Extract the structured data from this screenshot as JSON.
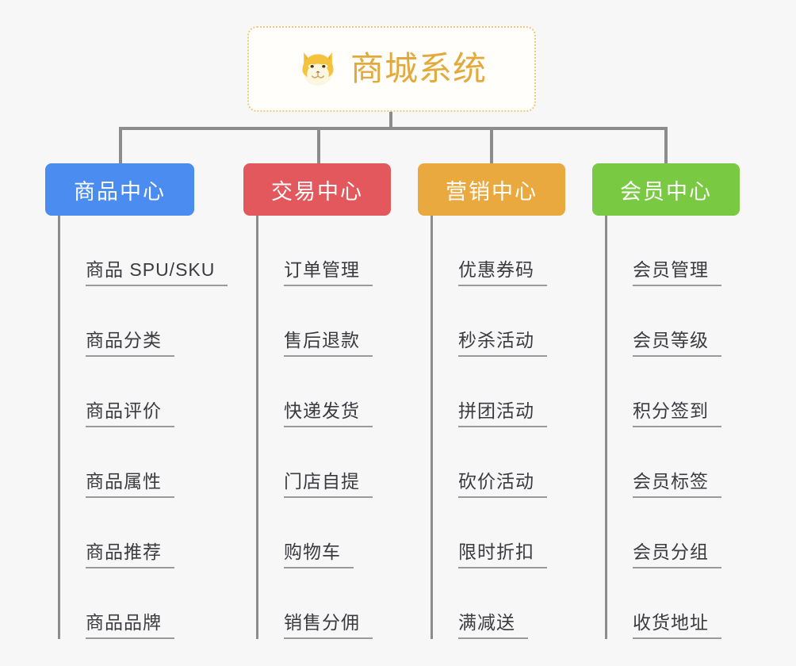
{
  "diagram": {
    "type": "org-chart",
    "background_color": "#f7f7f8",
    "connector_color": "#8c8c8c",
    "root": {
      "title": "商城系统",
      "icon": "shiba-dog-face-emoji",
      "title_color": "#e3a93c",
      "border_color": "#f0c97a",
      "border_style": "dotted",
      "fill_color": "#fffefb"
    },
    "columns": [
      {
        "id": "product-center",
        "label": "商品中心",
        "color": "#4a8cf0",
        "items": [
          "商品 SPU/SKU",
          "商品分类",
          "商品评价",
          "商品属性",
          "商品推荐",
          "商品品牌"
        ]
      },
      {
        "id": "trade-center",
        "label": "交易中心",
        "color": "#e2585c",
        "items": [
          "订单管理",
          "售后退款",
          "快递发货",
          "门店自提",
          "购物车",
          "销售分佣"
        ]
      },
      {
        "id": "marketing-center",
        "label": "营销中心",
        "color": "#eaa93e",
        "items": [
          "优惠券码",
          "秒杀活动",
          "拼团活动",
          "砍价活动",
          "限时折扣",
          "满减送"
        ]
      },
      {
        "id": "member-center",
        "label": "会员中心",
        "color": "#7ac943",
        "items": [
          "会员管理",
          "会员等级",
          "积分签到",
          "会员标签",
          "会员分组",
          "收货地址"
        ]
      }
    ]
  }
}
